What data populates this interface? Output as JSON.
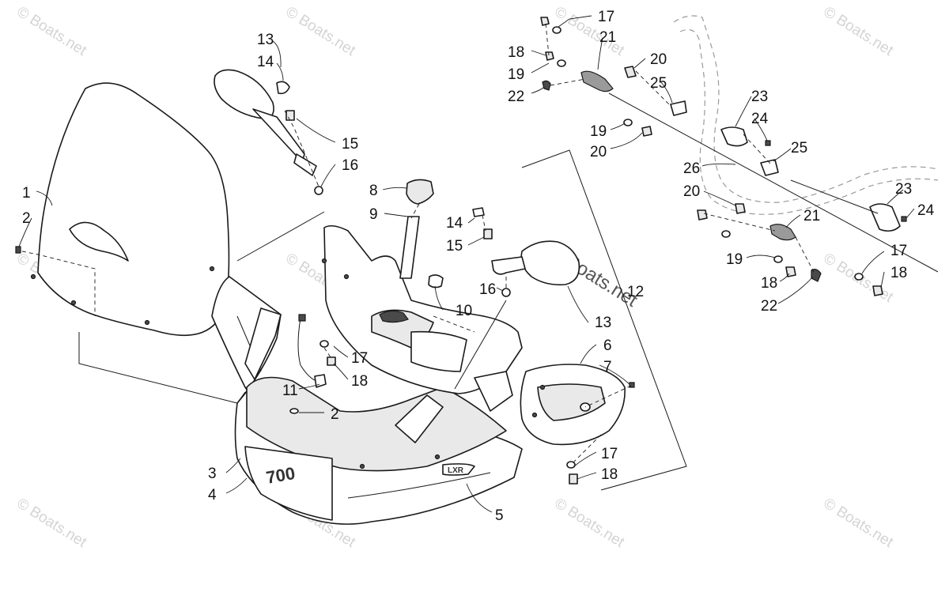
{
  "watermark": "© Boats.net",
  "colors": {
    "line": "#1a1a1a",
    "panel": "#e9e9e9",
    "watermark": "#d4d4d4"
  },
  "hood_badge": "700",
  "side_badge": "LXR",
  "callouts": {
    "c1": "1",
    "c2a": "2",
    "c2b": "2",
    "c3": "3",
    "c4": "4",
    "c5": "5",
    "c6": "6",
    "c7": "7",
    "c8": "8",
    "c9": "9",
    "c10": "10",
    "c11": "11",
    "c12": "12",
    "c13a": "13",
    "c13b": "13",
    "c14a": "14",
    "c14b": "14",
    "c15a": "15",
    "c15b": "15",
    "c16a": "16",
    "c16b": "16",
    "c17a": "17",
    "c17b": "17",
    "c17c": "17",
    "c17d": "17",
    "c18a": "18",
    "c18b": "18",
    "c18c": "18",
    "c18d": "18",
    "c18e": "18",
    "c19a": "19",
    "c19b": "19",
    "c19c": "19",
    "c20a": "20",
    "c20b": "20",
    "c20c": "20",
    "c21a": "21",
    "c21b": "21",
    "c22a": "22",
    "c22b": "22",
    "c23a": "23",
    "c23b": "23",
    "c24a": "24",
    "c24b": "24",
    "c25a": "25",
    "c25b": "25",
    "c26": "26"
  }
}
